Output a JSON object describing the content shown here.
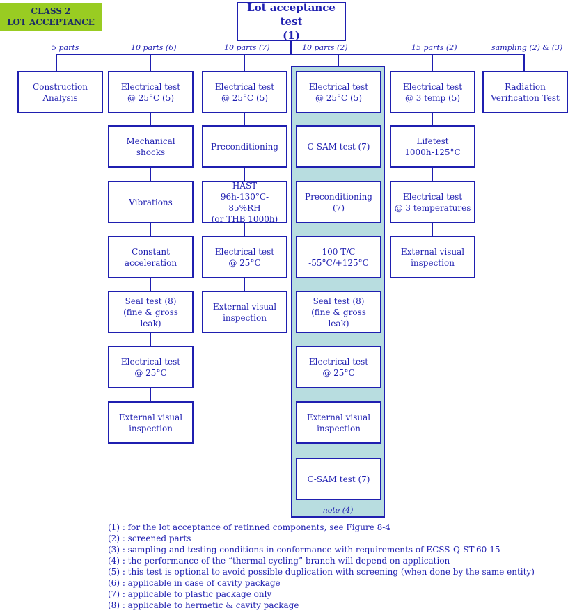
{
  "class_tag": {
    "line1": "CLASS 2",
    "line2": "LOT ACCEPTANCE"
  },
  "top_box": {
    "line1": "Lot acceptance test",
    "line2": "(1)"
  },
  "branch_labels": [
    "5 parts",
    "10 parts  (6)",
    "10 parts  (7)",
    "10 parts   (2)",
    "15 parts  (2)",
    "sampling  (2) & (3)"
  ],
  "columns": [
    {
      "steps": [
        "Construction\nAnalysis"
      ]
    },
    {
      "steps": [
        "Electrical test\n@ 25°C (5)",
        "Mechanical\nshocks",
        "Vibrations",
        "Constant\nacceleration",
        "Seal test (8)\n(fine & gross leak)",
        "Electrical test\n@ 25°C",
        "External visual\ninspection"
      ]
    },
    {
      "steps": [
        "Electrical test\n@ 25°C (5)",
        "Preconditioning",
        "HAST\n96h-130°C-85%RH\n(or THB 1000h)",
        "Electrical test\n@ 25°C",
        "External visual\ninspection"
      ]
    },
    {
      "steps": [
        "Electrical test\n@ 25°C (5)",
        "C-SAM test (7)",
        "Preconditioning\n(7)",
        "100 T/C\n-55°C/+125°C",
        "Seal test (8)\n(fine & gross leak)",
        "Electrical test\n@ 25°C",
        "External visual\ninspection",
        "C-SAM test (7)"
      ]
    },
    {
      "steps": [
        "Electrical test\n@ 3 temp (5)",
        "Lifetest\n1000h-125°C",
        "Electrical test\n@ 3 temperatures",
        "External visual\ninspection"
      ]
    },
    {
      "steps": [
        "Radiation\nVerification Test"
      ]
    }
  ],
  "highlight_note": "note (4)",
  "notes": [
    "(1) : for the lot acceptance of retinned components, see  Figure 8-4",
    "(2) : screened parts",
    "(3) : sampling and testing conditions in conformance  with requirements of ECSS-Q-ST-60-15",
    "(4) : the performance of the “thermal cycling” branch will depend on application",
    "(5) : this test is optional to avoid possible duplication with screening (when done by the same entity)",
    "(6) : applicable in case of  cavity package",
    "(7) : applicable to plastic package only",
    "(8) : applicable to hermetic & cavity package"
  ],
  "colors": {
    "box_border": "#1f1fb0",
    "text": "#1f1fb0",
    "highlight": "#b8dde0",
    "class_tag": "#99cc22"
  }
}
